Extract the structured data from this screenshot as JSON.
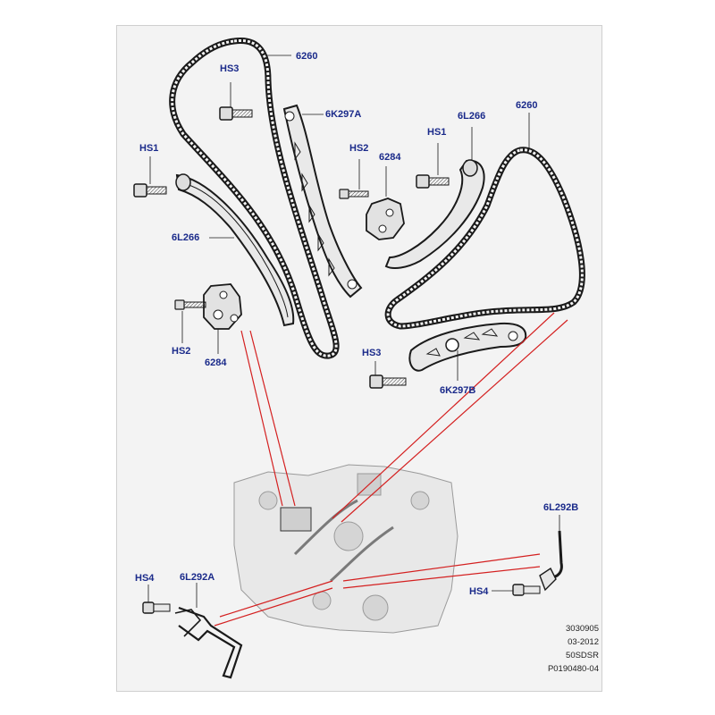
{
  "callouts": {
    "chain_primary_top": "6260",
    "hs3_left": "HS3",
    "guide_6k297a": "6K297A",
    "hs1_left": "HS1",
    "hs2_mid": "HS2",
    "tensioner_6284_mid": "6284",
    "guide_6l266_right": "6L266",
    "hs1_right": "HS1",
    "chain_secondary_right": "6260",
    "guide_6l266_left": "6L266",
    "hs2_left": "HS2",
    "tensioner_6284_left": "6284",
    "hs3_right": "HS3",
    "guide_6k297b": "6K297B",
    "pipe_6l292b": "6L292B",
    "hs4_right": "HS4",
    "hs4_left": "HS4",
    "pipe_6l292a": "6L292A"
  },
  "reference": {
    "line1": "3030905",
    "line2": "03-2012",
    "line3": "50SDSR",
    "line4": "P0190480-04"
  },
  "colors": {
    "callout_text": "#1a2a8a",
    "leader_red": "#d42020",
    "part_stroke": "#1a1a1a"
  }
}
